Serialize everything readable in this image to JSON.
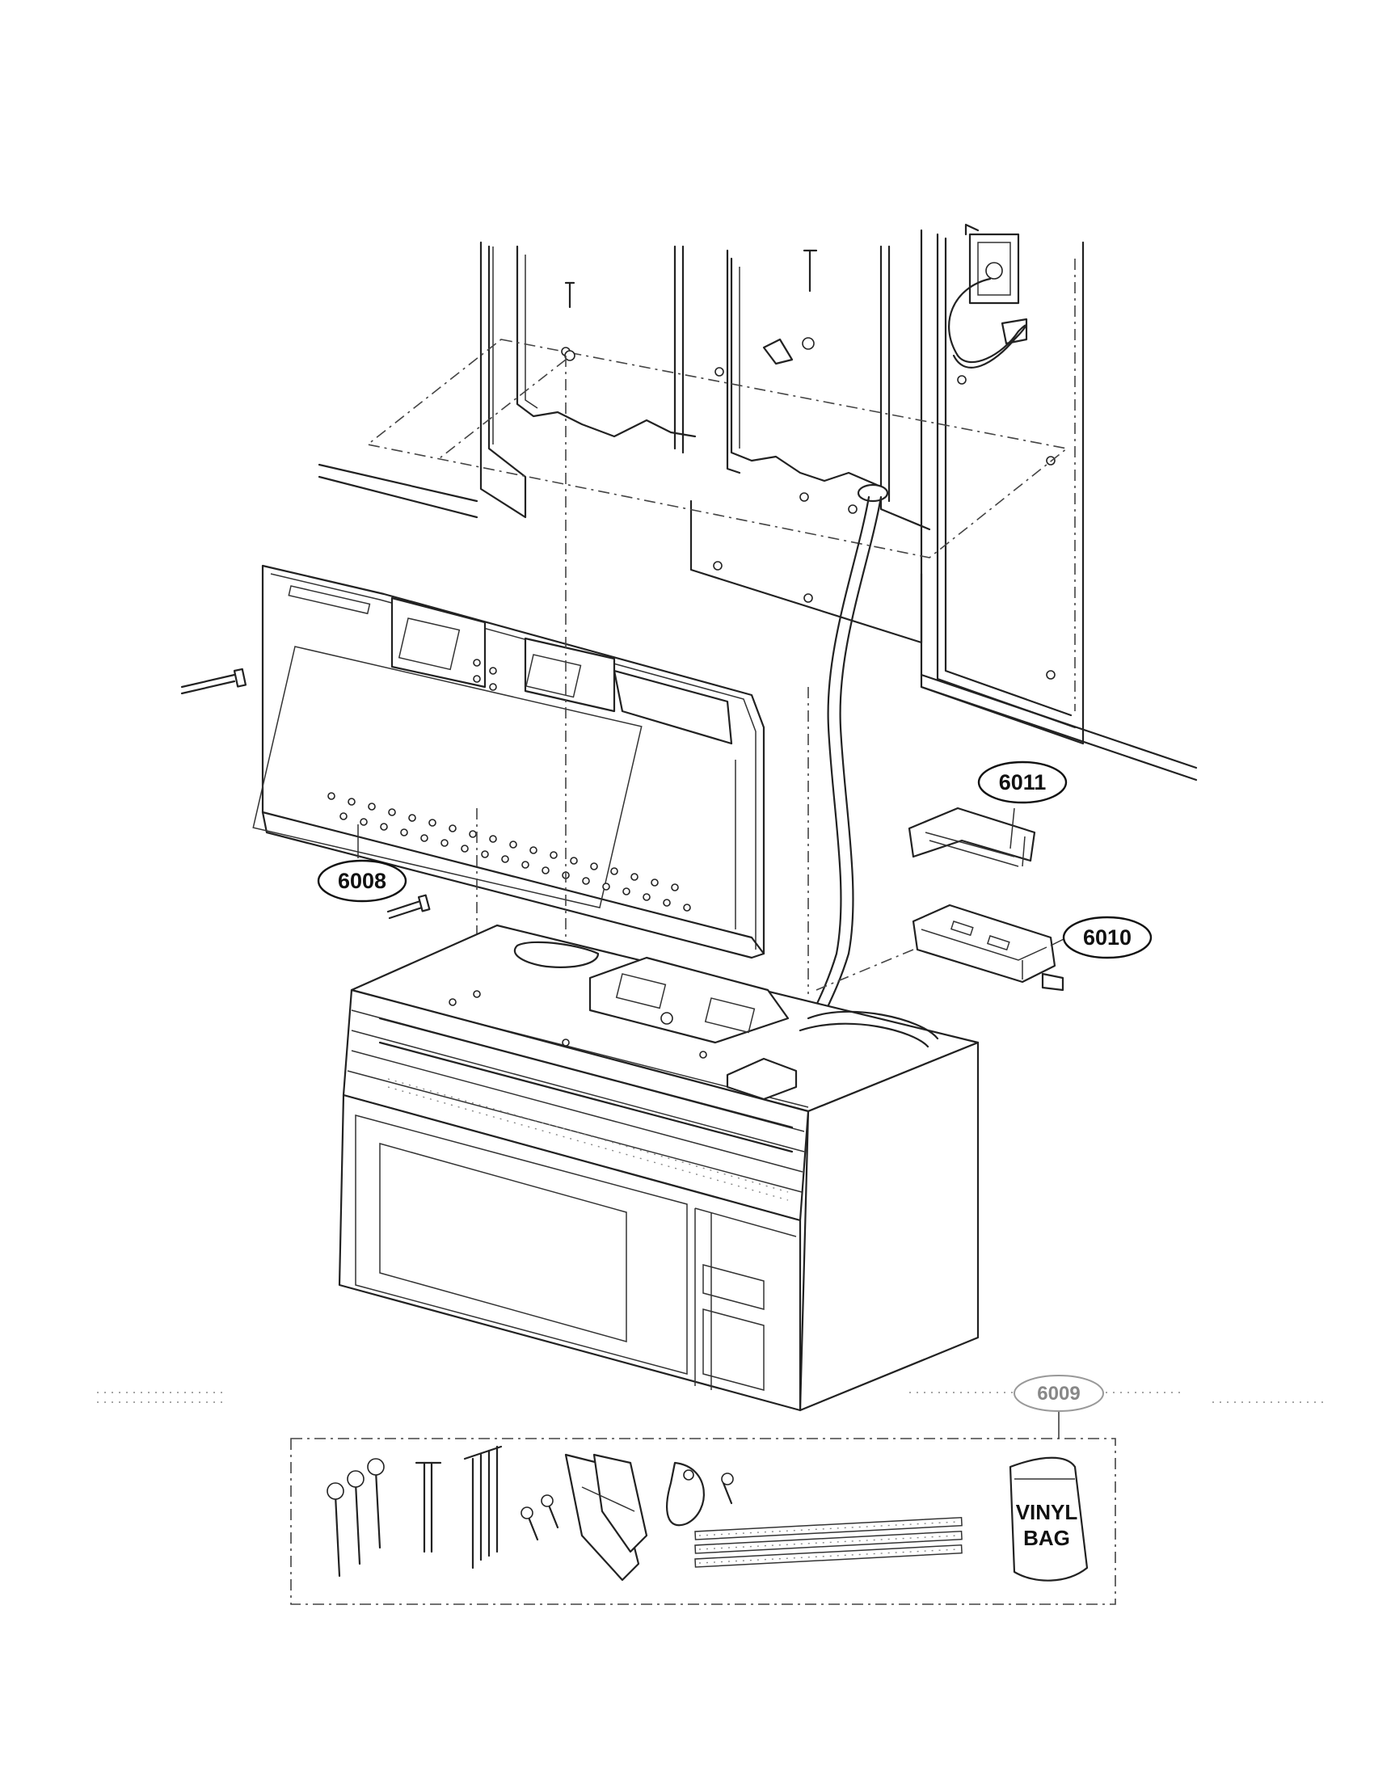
{
  "callouts": {
    "p6008": "6008",
    "p6011": "6011",
    "p6010": "6010",
    "p6009": "6009"
  },
  "bag": {
    "line1": "VINYL",
    "line2": "BAG"
  }
}
